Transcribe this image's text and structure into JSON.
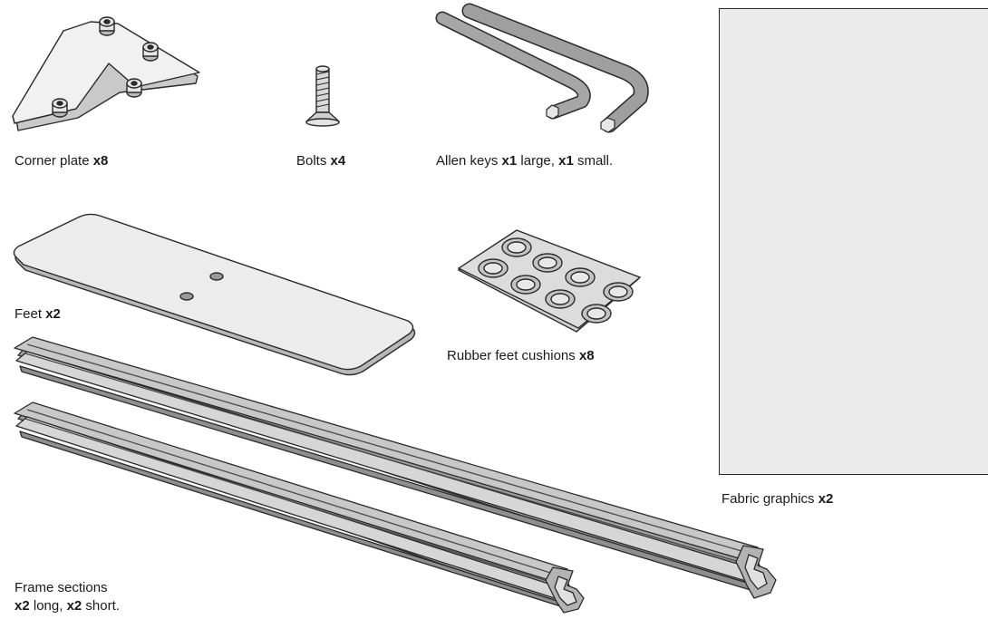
{
  "parts": {
    "corner_plate": {
      "name": "Corner plate",
      "qty": "x8"
    },
    "bolts": {
      "name": "Bolts",
      "qty": "x4"
    },
    "allen_keys": {
      "name": "Allen keys",
      "qty_large": "x1",
      "large": "large,",
      "qty_small": "x1",
      "small": "small."
    },
    "feet": {
      "name": "Feet",
      "qty": "x2"
    },
    "rubber_cushions": {
      "name": "Rubber feet cushions",
      "qty": "x8"
    },
    "frame_sections": {
      "name": "Frame sections",
      "qty_long": "x2",
      "long": "long,",
      "qty_short": "x2",
      "short": "short."
    },
    "fabric": {
      "name": "Fabric graphics",
      "qty": "x2"
    }
  },
  "colors": {
    "stroke": "#2a2a2a",
    "metal_light": "#d9d9d9",
    "metal_mid": "#bdbdbd",
    "metal_dark": "#9b9b9b",
    "fabric": "#ebebeb"
  }
}
